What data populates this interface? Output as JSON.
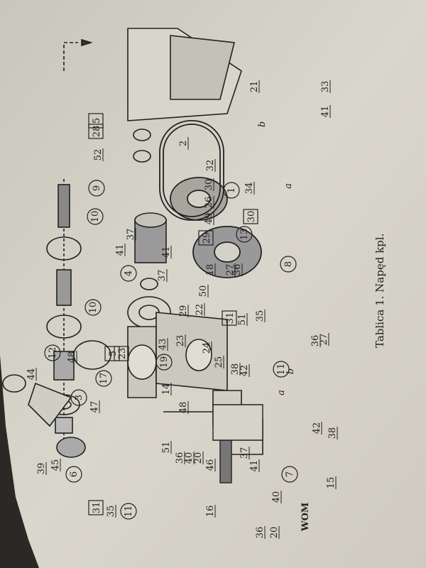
{
  "caption": "Tablica 1. Napęd kpl.",
  "parts": [
    {
      "id": "p44",
      "label": "44",
      "shape": "plain"
    },
    {
      "id": "p12",
      "label": "12",
      "shape": "circle"
    },
    {
      "id": "p48a",
      "label": "48",
      "shape": "plain"
    },
    {
      "id": "p3",
      "label": "3",
      "shape": "circle"
    },
    {
      "id": "p47",
      "label": "47",
      "shape": "plain"
    },
    {
      "id": "p17",
      "label": "17",
      "shape": "circle"
    },
    {
      "id": "p5a",
      "label": "5",
      "shape": "box"
    },
    {
      "id": "p23a",
      "label": "23",
      "shape": "box"
    },
    {
      "id": "p39",
      "label": "39",
      "shape": "plain"
    },
    {
      "id": "p45",
      "label": "45",
      "shape": "plain"
    },
    {
      "id": "p6",
      "label": "6",
      "shape": "circle"
    },
    {
      "id": "p31a",
      "label": "31",
      "shape": "box"
    },
    {
      "id": "p35",
      "label": "35",
      "shape": "plain"
    },
    {
      "id": "p11a",
      "label": "11",
      "shape": "circle"
    },
    {
      "id": "p51a",
      "label": "51",
      "shape": "plain"
    },
    {
      "id": "p36a",
      "label": "36",
      "shape": "plain"
    },
    {
      "id": "p40a",
      "label": "40",
      "shape": "plain"
    },
    {
      "id": "p20a",
      "label": "20",
      "shape": "plain"
    },
    {
      "id": "p46",
      "label": "46",
      "shape": "plain"
    },
    {
      "id": "p48b",
      "label": "48",
      "shape": "plain"
    },
    {
      "id": "p14",
      "label": "14",
      "shape": "plain"
    },
    {
      "id": "p16",
      "label": "16",
      "shape": "plain"
    },
    {
      "id": "p37a",
      "label": "37",
      "shape": "plain"
    },
    {
      "id": "p41a",
      "label": "41",
      "shape": "plain"
    },
    {
      "id": "p7",
      "label": "7",
      "shape": "circle"
    },
    {
      "id": "p15",
      "label": "15",
      "shape": "plain"
    },
    {
      "id": "p40b",
      "label": "40",
      "shape": "plain"
    },
    {
      "id": "p36b",
      "label": "36",
      "shape": "plain"
    },
    {
      "id": "p20b",
      "label": "20",
      "shape": "plain"
    },
    {
      "id": "p10a",
      "label": "10",
      "shape": "circle"
    },
    {
      "id": "p43",
      "label": "43",
      "shape": "plain"
    },
    {
      "id": "p19",
      "label": "19",
      "shape": "circle"
    },
    {
      "id": "p23b",
      "label": "23",
      "shape": "plain"
    },
    {
      "id": "p24",
      "label": "24",
      "shape": "plain"
    },
    {
      "id": "p25",
      "label": "25",
      "shape": "plain"
    },
    {
      "id": "p38a",
      "label": "38",
      "shape": "plain"
    },
    {
      "id": "p42a",
      "label": "42",
      "shape": "plain"
    },
    {
      "id": "p29a",
      "label": "29",
      "shape": "plain"
    },
    {
      "id": "p22",
      "label": "22",
      "shape": "plain"
    },
    {
      "id": "p50a",
      "label": "50",
      "shape": "plain"
    },
    {
      "id": "p18",
      "label": "18",
      "shape": "plain"
    },
    {
      "id": "p31b",
      "label": "31",
      "shape": "box"
    },
    {
      "id": "p51b",
      "label": "51",
      "shape": "plain"
    },
    {
      "id": "p35b",
      "label": "35",
      "shape": "plain"
    },
    {
      "id": "p11b",
      "label": "11",
      "shape": "circle"
    },
    {
      "id": "p4",
      "label": "4",
      "shape": "circle"
    },
    {
      "id": "p41b",
      "label": "41",
      "shape": "plain"
    },
    {
      "id": "p37b",
      "label": "37",
      "shape": "plain"
    },
    {
      "id": "p37c",
      "label": "37",
      "shape": "plain"
    },
    {
      "id": "p41c",
      "label": "41",
      "shape": "plain"
    },
    {
      "id": "p10b",
      "label": "10",
      "shape": "circle"
    },
    {
      "id": "p27a",
      "label": "27",
      "shape": "plain"
    },
    {
      "id": "p36c",
      "label": "36",
      "shape": "plain"
    },
    {
      "id": "p29b",
      "label": "29",
      "shape": "box"
    },
    {
      "id": "p49",
      "label": "49",
      "shape": "plain"
    },
    {
      "id": "p13",
      "label": "13",
      "shape": "circle"
    },
    {
      "id": "p26",
      "label": "26",
      "shape": "plain"
    },
    {
      "id": "p30a",
      "label": "30",
      "shape": "plain"
    },
    {
      "id": "p30b",
      "label": "30",
      "shape": "box"
    },
    {
      "id": "p32",
      "label": "32",
      "shape": "plain"
    },
    {
      "id": "p9",
      "label": "9",
      "shape": "circle"
    },
    {
      "id": "p52",
      "label": "52",
      "shape": "plain"
    },
    {
      "id": "p5b",
      "label": "5",
      "shape": "box"
    },
    {
      "id": "p28",
      "label": "28",
      "shape": "box"
    },
    {
      "id": "p2",
      "label": "2",
      "shape": "plain"
    },
    {
      "id": "p1",
      "label": "1",
      "shape": "circle"
    },
    {
      "id": "p34",
      "label": "34",
      "shape": "plain"
    },
    {
      "id": "p8",
      "label": "8",
      "shape": "circle"
    },
    {
      "id": "p36d",
      "label": "36",
      "shape": "plain"
    },
    {
      "id": "p27b",
      "label": "27",
      "shape": "plain"
    },
    {
      "id": "p21",
      "label": "21",
      "shape": "plain"
    },
    {
      "id": "p33",
      "label": "33",
      "shape": "plain"
    },
    {
      "id": "p41d",
      "label": "41",
      "shape": "plain"
    },
    {
      "id": "p42b",
      "label": "42",
      "shape": "plain"
    },
    {
      "id": "p38b",
      "label": "38",
      "shape": "plain"
    }
  ],
  "letters": [
    {
      "id": "la1",
      "label": "a"
    },
    {
      "id": "lb1",
      "label": "b"
    },
    {
      "id": "la2",
      "label": "a"
    },
    {
      "id": "lb2",
      "label": "b"
    }
  ],
  "stamp": "WOM"
}
